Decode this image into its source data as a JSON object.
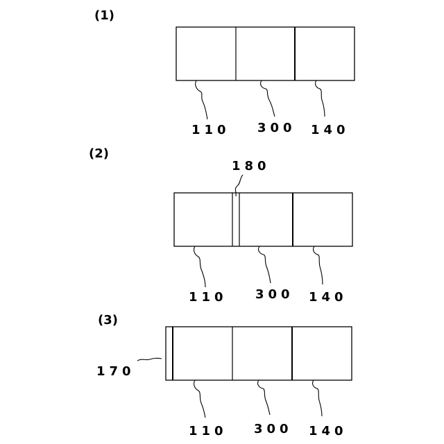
{
  "panels": [
    {
      "label": "(1)",
      "refs": {
        "left": "110",
        "middle": "300",
        "right": "140"
      }
    },
    {
      "label": "(2)",
      "refs": {
        "top": "180",
        "left": "110",
        "middle": "300",
        "right": "140"
      }
    },
    {
      "label": "(3)",
      "refs": {
        "side": "170",
        "left": "110",
        "middle": "300",
        "right": "140"
      }
    }
  ]
}
